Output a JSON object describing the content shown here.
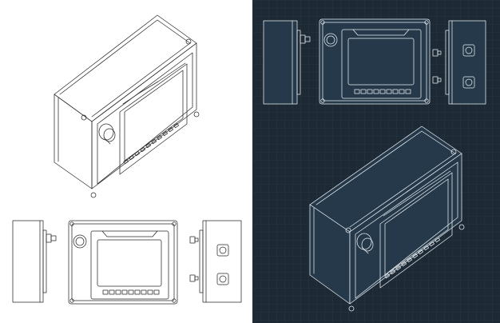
{
  "page": {
    "description_none": ""
  },
  "colors": {
    "light_background": "#ffffff",
    "light_line": "#2a2a2a",
    "dark_background": "#1d2a36",
    "dark_grid": "#2c3d4d",
    "dark_line": "#e9eef2"
  },
  "icons": {
    "enclosure": "electrical-enclosure-drawing",
    "screen": "display-screen",
    "button": "push-button",
    "keypad": "membrane-keypad"
  },
  "keypad_key_count": 10
}
